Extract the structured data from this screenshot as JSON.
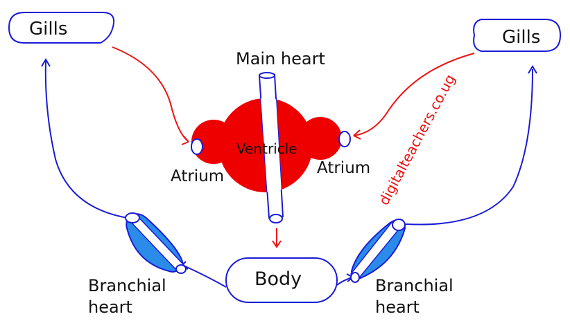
{
  "labels": {
    "gills_left": "Gills",
    "gills_right": "Gills",
    "main_heart": "Main heart",
    "ventricle": "Ventricle",
    "atrium_left": "Atrium",
    "atrium_right": "Atrium",
    "body": "Body",
    "branchial_left_line1": "Branchial",
    "branchial_left_line2": "heart",
    "branchial_right_line1": "Branchial",
    "branchial_right_line2": "heart"
  },
  "watermark": "digitalteachers.co.ug",
  "colors": {
    "oxygenated": "#ee1111",
    "deoxygenated": "#1a1ad6",
    "heart_fill": "#ee0000",
    "branchial_fill": "#2a8ce8",
    "text": "#111111"
  }
}
